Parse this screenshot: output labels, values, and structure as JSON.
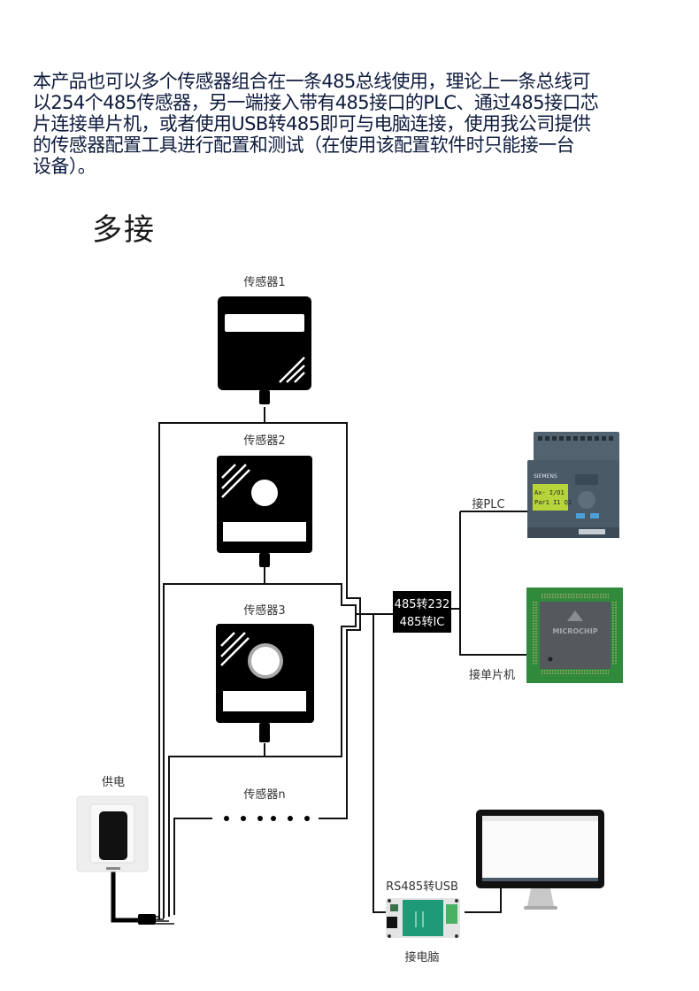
{
  "intro": {
    "lines": [
      "本产品也可以多个传感器组合在一条485总线使用，理论上一条总线可",
      "以254个485传感器，另一端接入带有485接口的PLC、通过485接口芯",
      "片连接单片机，或者使用USB转485即可与电脑连接，使用我公司提供",
      "的传感器配置工具进行配置和测试（在使用该配置软件时只能接一台",
      "设备）。"
    ]
  },
  "heading": "多接",
  "diagram": {
    "sensors": [
      {
        "label": "传感器1",
        "icon": "sensor-display-icon"
      },
      {
        "label": "传感器2",
        "icon": "sensor-lens-icon"
      },
      {
        "label": "传感器3",
        "icon": "sensor-ring-lens-icon"
      },
      {
        "label": "传感器n",
        "icon": "ellipsis-dots-icon"
      }
    ],
    "power": {
      "label": "供电",
      "icon": "power-adapter-icon"
    },
    "converter_box": {
      "line1": "485转232",
      "line2": "485转IC"
    },
    "plc": {
      "label": "接PLC",
      "brand": "SIEMENS",
      "screen_line1": "Ax- I/O1",
      "screen_line2": "Par1 I1 Q1",
      "icon": "plc-device-icon"
    },
    "mcu": {
      "label": "接单片机",
      "chip_brand": "MICROCHIP",
      "icon": "microcontroller-chip-icon"
    },
    "usb": {
      "label": "RS485转USB",
      "icon": "usb-converter-icon"
    },
    "pc": {
      "label": "接电脑",
      "icon": "computer-monitor-icon"
    },
    "colors": {
      "text": "#0e1b3d",
      "line": "#111111",
      "pcb_green": "#2f8a3c",
      "plc_body": "#4a5a66",
      "plc_screen": "#b7d43a",
      "usb_green": "#1f9a78"
    }
  }
}
